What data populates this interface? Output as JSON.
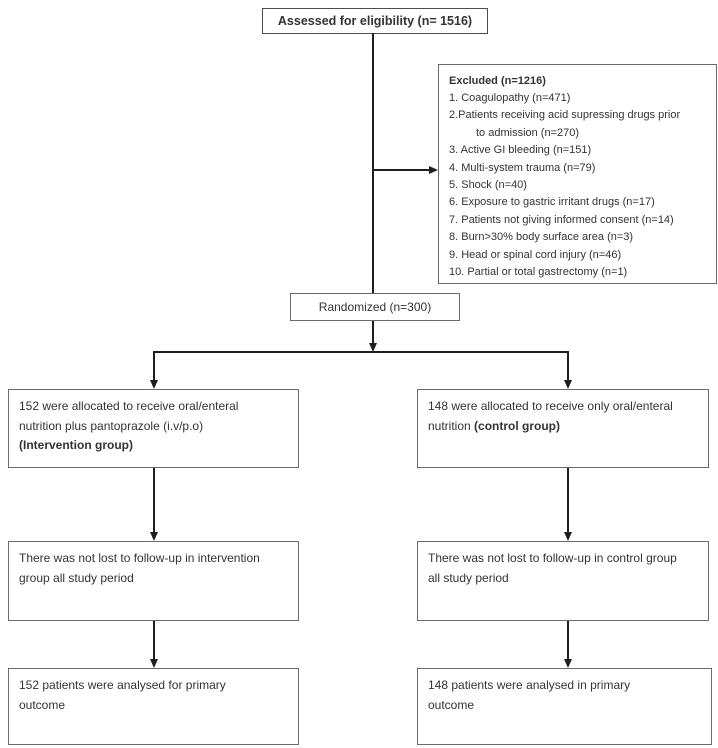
{
  "figure": {
    "kind": "consort-flow-diagram"
  },
  "colors": {
    "line": "#1f1f1f",
    "border": "#6a6a6a",
    "text": "#333333",
    "bg": "#ffffff"
  },
  "boxes": {
    "assessed": {
      "label": "Assessed for eligibility (n= 1516)"
    },
    "excluded": {
      "title": "Excluded (n=1216)",
      "lines": [
        {
          "segs": [
            {
              "t": "1. Coagulopathy (n=471)"
            }
          ]
        },
        {
          "segs": [
            {
              "t": "2.Patients receiving acid supressing drugs prior"
            }
          ]
        },
        {
          "segs": [
            {
              "t": "to admission (n=270)"
            }
          ],
          "cont": true
        },
        {
          "segs": [
            {
              "t": "3. Active GI bleeding (n=151)"
            }
          ]
        },
        {
          "segs": [
            {
              "t": "4. Multi-system trauma (n=79)"
            }
          ]
        },
        {
          "segs": [
            {
              "t": "5. Shock (n=40)"
            }
          ]
        },
        {
          "segs": [
            {
              "t": "6. Exposure to gastric irritant drugs (n=17)"
            }
          ]
        },
        {
          "segs": [
            {
              "t": "7. Patients not giving informed consent (n=14)"
            }
          ]
        },
        {
          "segs": [
            {
              "t": "8. Burn>30% body surface area (n=3)"
            }
          ]
        },
        {
          "segs": [
            {
              "t": "9. Head or spinal cord injury (n=46)"
            }
          ]
        },
        {
          "segs": [
            {
              "t": "10. Partial or total gastrectomy (n=1)"
            }
          ]
        }
      ]
    },
    "randomized": {
      "label": "Randomized (n=300)"
    },
    "alloc_left": {
      "lines": [
        {
          "segs": [
            {
              "t": "152 were allocated to receive oral/enteral"
            }
          ]
        },
        {
          "segs": [
            {
              "t": "nutrition plus pantoprazole (i.v/p.o)"
            }
          ]
        },
        {
          "segs": [
            {
              "t": "(Intervention group)",
              "b": true
            }
          ]
        }
      ]
    },
    "alloc_right": {
      "lines": [
        {
          "segs": [
            {
              "t": "148 were allocated to receive only oral/enteral"
            }
          ]
        },
        {
          "segs": [
            {
              "t": "nutrition "
            },
            {
              "t": "(control group)",
              "b": true
            }
          ]
        }
      ]
    },
    "followup_left": {
      "lines": [
        {
          "segs": [
            {
              "t": "There was not lost to follow-up in intervention"
            }
          ]
        },
        {
          "segs": [
            {
              "t": "group all study period"
            }
          ]
        }
      ]
    },
    "followup_right": {
      "lines": [
        {
          "segs": [
            {
              "t": "There was not lost to follow-up in control group"
            }
          ]
        },
        {
          "segs": [
            {
              "t": "all study period"
            }
          ]
        }
      ]
    },
    "analysis_left": {
      "lines": [
        {
          "segs": [
            {
              "t": "152 patients were analysed for primary"
            }
          ]
        },
        {
          "segs": [
            {
              "t": "outcome"
            }
          ]
        }
      ]
    },
    "analysis_right": {
      "lines": [
        {
          "segs": [
            {
              "t": "148 patients were analysed in primary"
            }
          ]
        },
        {
          "segs": [
            {
              "t": "outcome"
            }
          ]
        }
      ]
    }
  }
}
